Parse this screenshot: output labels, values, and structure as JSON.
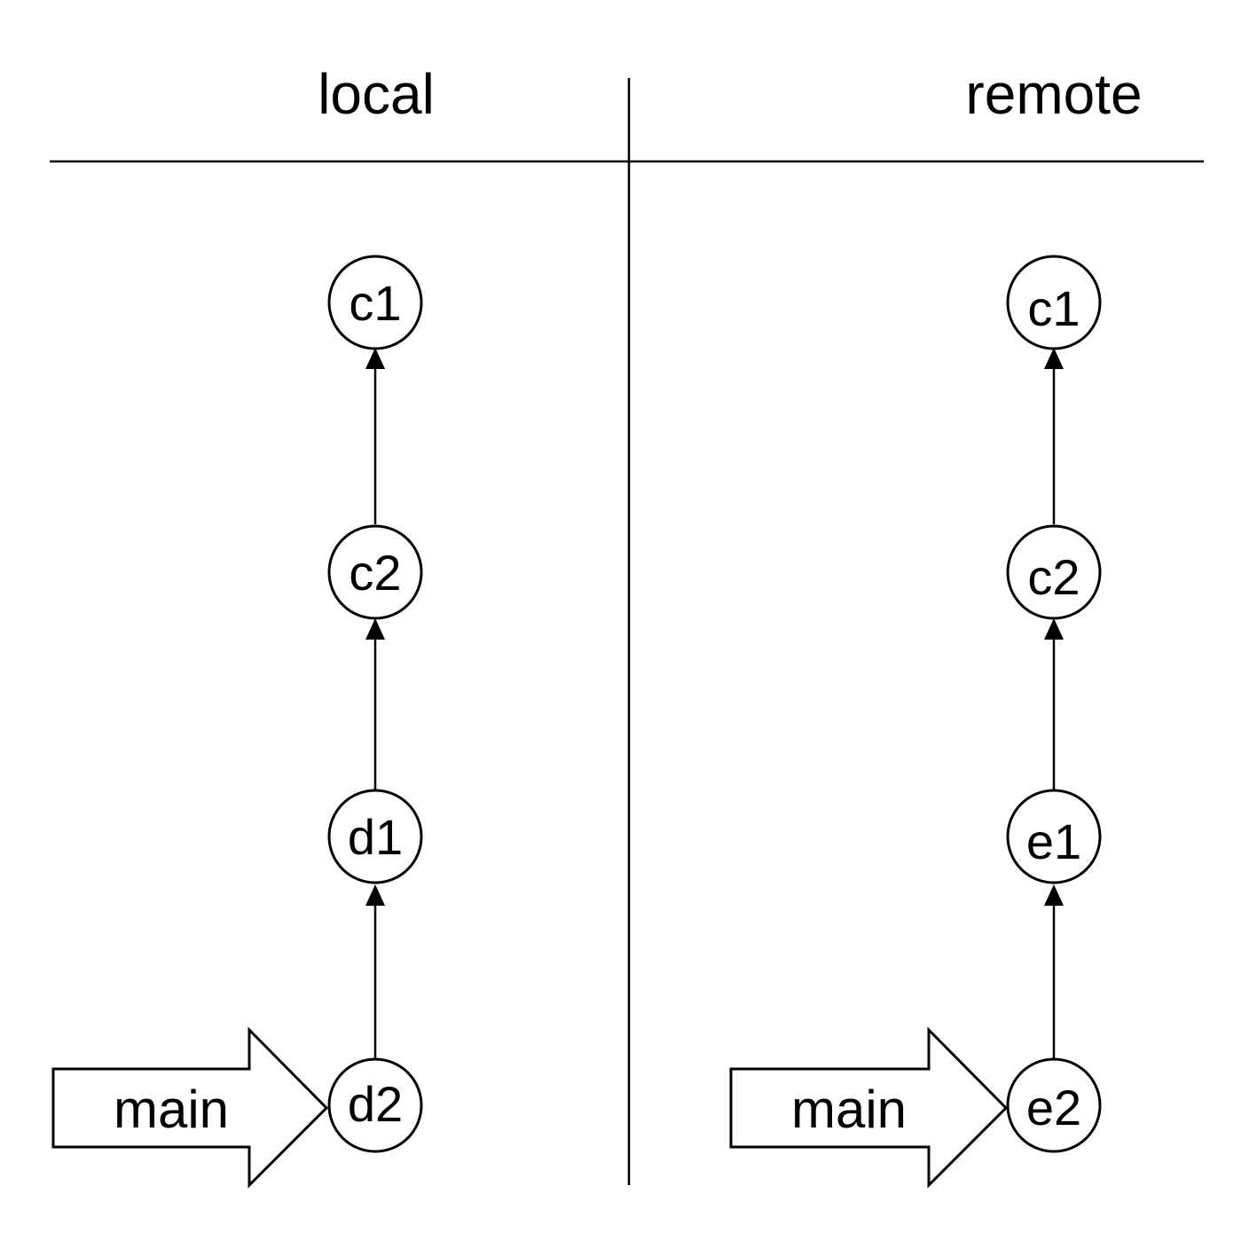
{
  "headers": {
    "local": "local",
    "remote": "remote"
  },
  "local": {
    "commits": [
      "c1",
      "c2",
      "d1",
      "d2"
    ],
    "branch": "main"
  },
  "remote": {
    "commits": [
      "c1",
      "c2",
      "e1",
      "e2"
    ],
    "branch": "main"
  },
  "colors": {
    "line": "#000000",
    "background": "#ffffff"
  }
}
